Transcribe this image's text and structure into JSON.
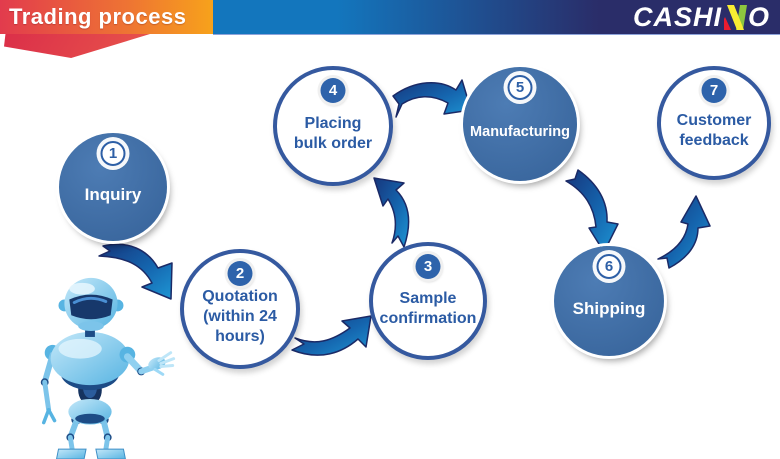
{
  "header": {
    "title": "Trading process",
    "logo": {
      "name": "CASHINO",
      "text_left": "CASHI",
      "text_right": "O"
    },
    "colors": {
      "ribbon_red": "#E23B4D",
      "ribbon_orange": "#F7A21B",
      "band_blue": "#1376BD",
      "band_navy": "#2A2D69",
      "logo_green": "#8DC63F",
      "logo_yellow": "#F9ED32",
      "logo_red": "#EC1C2F"
    }
  },
  "process": {
    "steps": [
      {
        "number": "1",
        "label": "Inquiry",
        "variant": "filled"
      },
      {
        "number": "2",
        "label": "Quotation\n(within 24\nhours)",
        "variant": "outline"
      },
      {
        "number": "3",
        "label": "Sample\nconfirmation",
        "variant": "outline"
      },
      {
        "number": "4",
        "label": "Placing\nbulk order",
        "variant": "outline"
      },
      {
        "number": "5",
        "label": "Manufacturing",
        "variant": "filled"
      },
      {
        "number": "6",
        "label": "Shipping",
        "variant": "filled"
      },
      {
        "number": "7",
        "label": "Customer\nfeedback",
        "variant": "outline"
      }
    ],
    "arrows": [
      {
        "from": "1",
        "to": "2"
      },
      {
        "from": "2",
        "to": "3"
      },
      {
        "from": "3",
        "to": "4"
      },
      {
        "from": "4",
        "to": "5"
      },
      {
        "from": "5",
        "to": "6"
      },
      {
        "from": "6",
        "to": "7"
      }
    ],
    "colors": {
      "circle_fill": "#3E6DA5",
      "circle_border": "#35599F",
      "label_blue": "#2B5BA4",
      "arrow_bright": "#1E96D4",
      "arrow_navy": "#16367C"
    }
  },
  "mascot": {
    "name": "robot-mascot"
  }
}
